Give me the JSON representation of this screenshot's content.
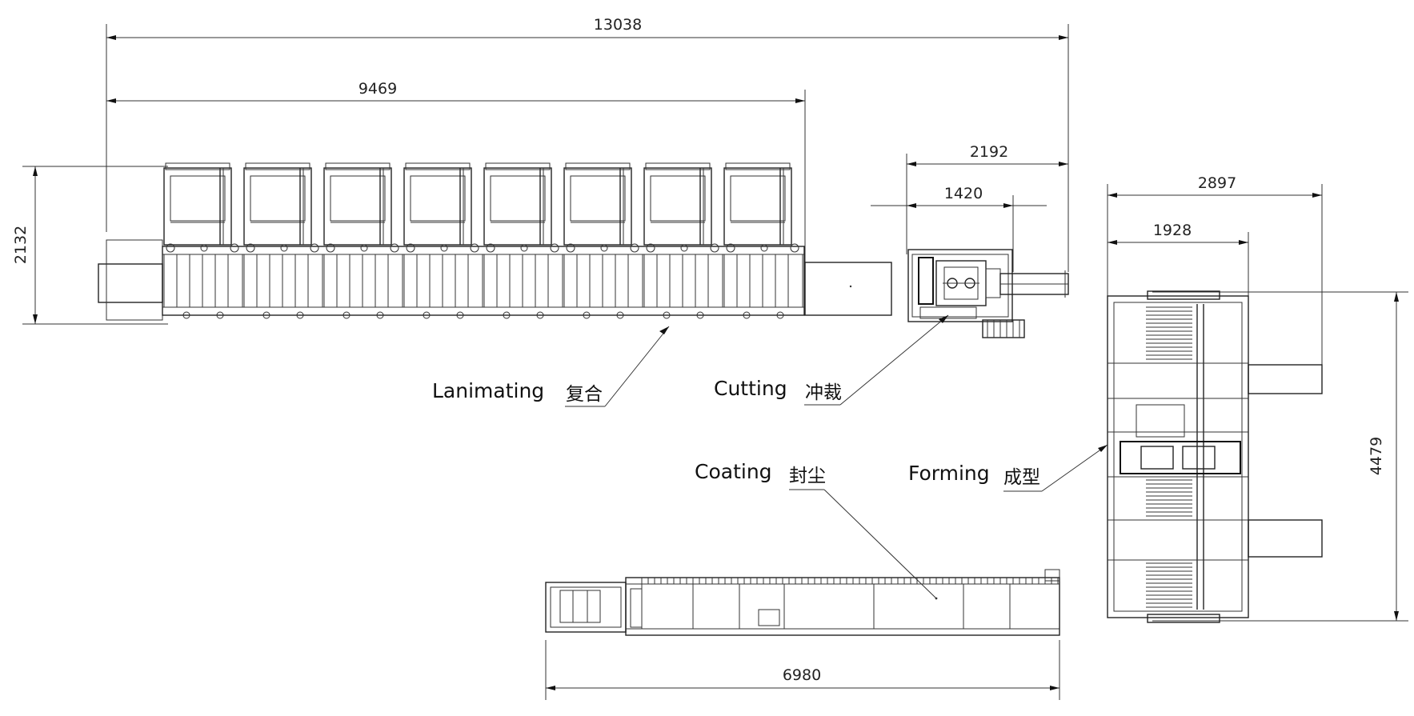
{
  "dimensions": {
    "total_length": "13038",
    "laminating_length": "9469",
    "laminating_height": "2132",
    "cutting_length": "2192",
    "cutting_inner": "1420",
    "forming_width": "2897",
    "forming_inner": "1928",
    "forming_height": "4479",
    "coating_length": "6980"
  },
  "stations": {
    "laminating": {
      "label": "Lanimating",
      "label_cn": "复合"
    },
    "cutting": {
      "label": "Cutting",
      "label_cn": "冲裁"
    },
    "coating": {
      "label": "Coating",
      "label_cn": "封尘"
    },
    "forming": {
      "label": "Forming",
      "label_cn": "成型"
    }
  },
  "colors": {
    "line": "#222222",
    "background": "#ffffff"
  }
}
